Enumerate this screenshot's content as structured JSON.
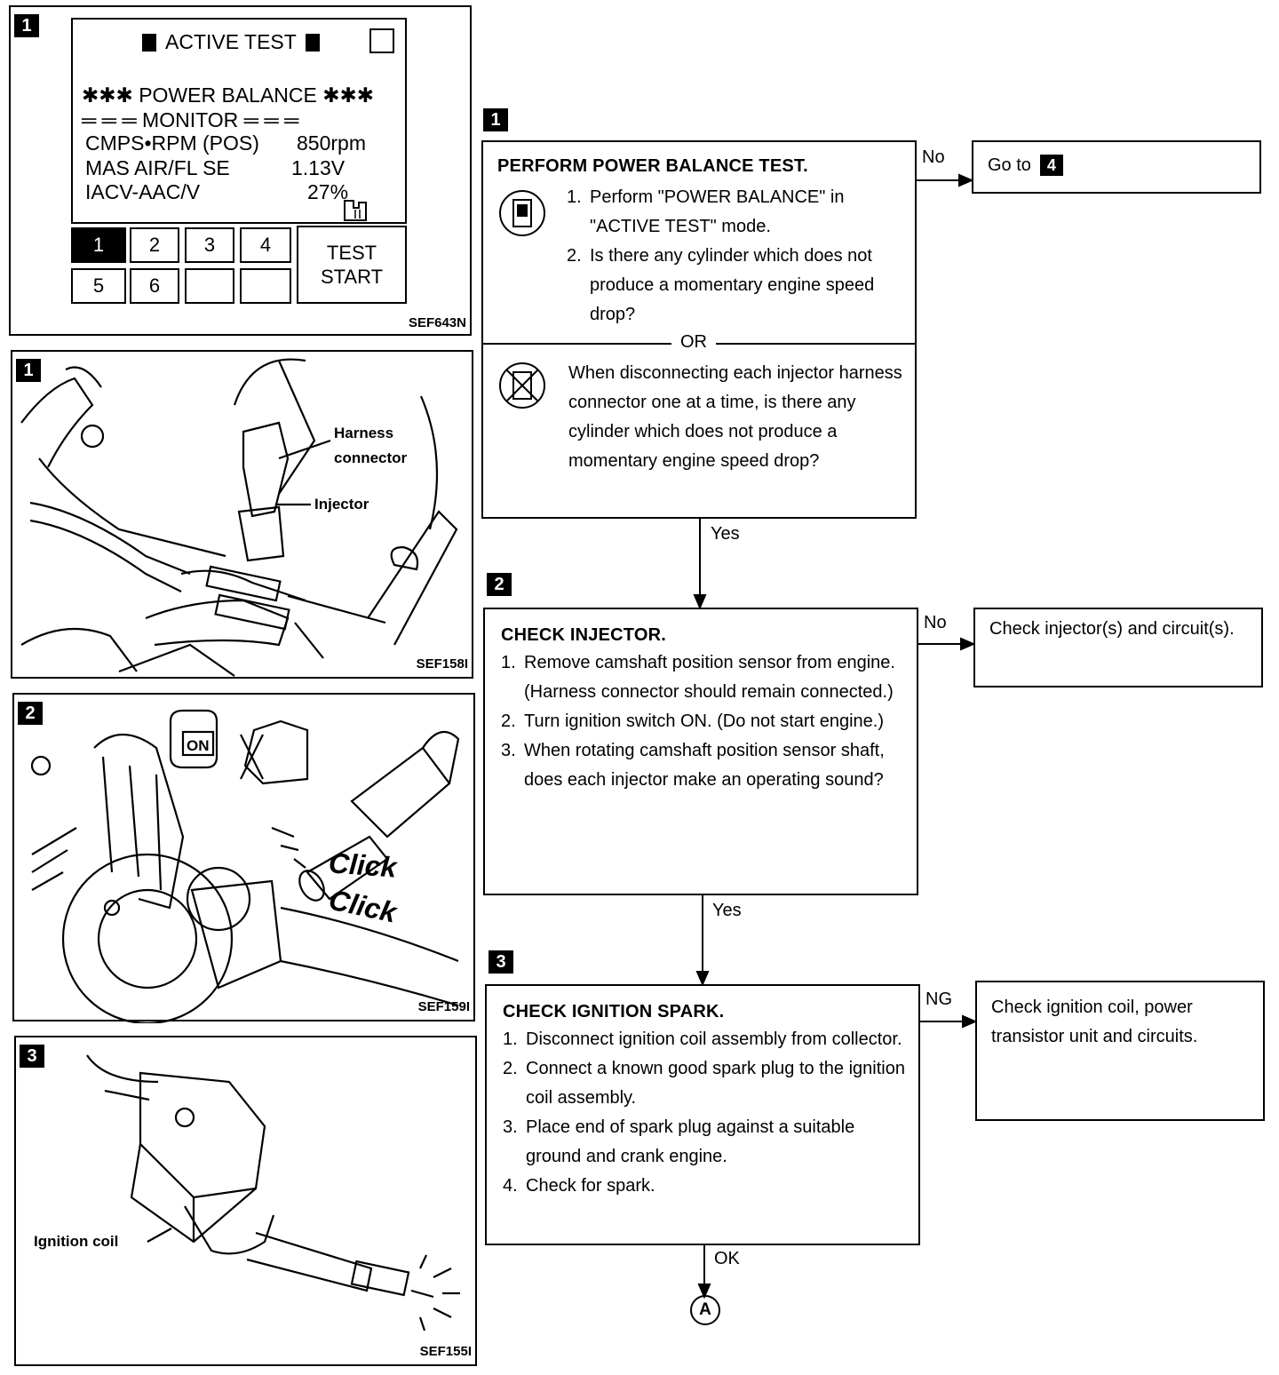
{
  "figures": {
    "consult": {
      "badge": "1",
      "title": "ACTIVE TEST",
      "heading": "✱✱✱ POWER BALANCE ✱✱✱",
      "monitor": "═ ═ ═ MONITOR ═ ═ ═",
      "rows": [
        {
          "name": "CMPS•RPM (POS)",
          "value": "850rpm"
        },
        {
          "name": "MAS AIR/FL SE",
          "value": "1.13V"
        },
        {
          "name": "IACV-AAC/V",
          "value": "27%"
        }
      ],
      "keys": [
        "1",
        "2",
        "3",
        "4",
        "5",
        "6",
        "",
        ""
      ],
      "active_key": "1",
      "start_line1": "TEST",
      "start_line2": "START",
      "code": "SEF643N"
    },
    "injector": {
      "badge": "1",
      "label_harness": "Harness",
      "label_harness2": "connector",
      "label_injector": "Injector",
      "code": "SEF158I"
    },
    "sensor": {
      "badge": "2",
      "key_text": "ON",
      "click1": "Click",
      "click2": "Click",
      "code": "SEF159I"
    },
    "coil": {
      "badge": "3",
      "label_coil": "Ignition coil",
      "code": "SEF155I"
    }
  },
  "flow": {
    "step1": {
      "badge": "1",
      "title": "PERFORM POWER BALANCE TEST.",
      "items": [
        {
          "num": "1.",
          "text": "Perform \"POWER BALANCE\" in \"ACTIVE TEST\" mode."
        },
        {
          "num": "2.",
          "text": "Is there any cylinder which does not produce a momentary engine speed drop?"
        }
      ],
      "or": "OR",
      "alt": "When disconnecting each injector harness connector one at a time, is there any cylinder which does not produce a momentary engine speed drop?",
      "no_label": "No",
      "no_target": "Go to",
      "no_badge": "4",
      "yes_label": "Yes"
    },
    "step2": {
      "badge": "2",
      "title": "CHECK INJECTOR.",
      "items": [
        {
          "num": "1.",
          "text": "Remove camshaft position sensor from engine. (Harness connector should remain connected.)"
        },
        {
          "num": "2.",
          "text": "Turn ignition switch ON. (Do not start engine.)"
        },
        {
          "num": "3.",
          "text": "When rotating camshaft position sensor shaft, does each injector make an operating sound?"
        }
      ],
      "no_label": "No",
      "no_target": "Check injector(s) and circuit(s).",
      "yes_label": "Yes"
    },
    "step3": {
      "badge": "3",
      "title": "CHECK IGNITION SPARK.",
      "items": [
        {
          "num": "1.",
          "text": "Disconnect ignition coil assembly from collector."
        },
        {
          "num": "2.",
          "text": "Connect a known good spark plug to the ignition coil assembly."
        },
        {
          "num": "3.",
          "text": "Place end of spark plug against a suitable ground and crank engine."
        },
        {
          "num": "4.",
          "text": "Check for spark."
        }
      ],
      "ng_label": "NG",
      "ng_target": "Check ignition coil, power transistor unit and circuits.",
      "ok_label": "OK",
      "connector": "A"
    }
  }
}
